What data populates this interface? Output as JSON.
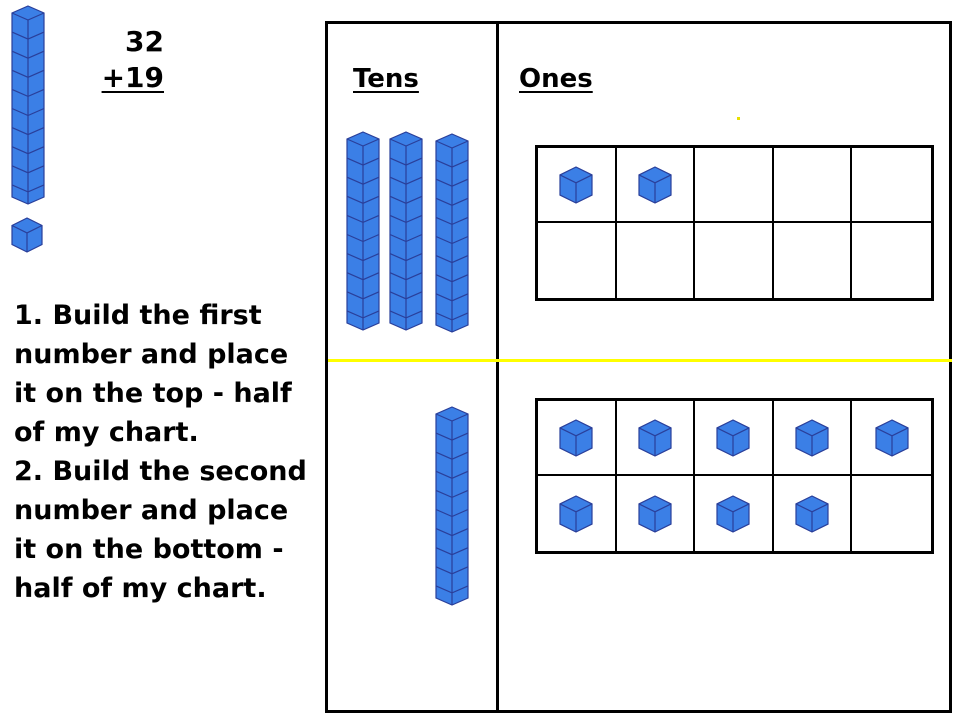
{
  "colors": {
    "block_fill": "#3b7fe6",
    "block_stroke": "#2a3f9a",
    "divider": "#ffff00"
  },
  "problem": {
    "top_number": "32",
    "bottom_number": "+19"
  },
  "instructions": {
    "step1": "1.  Build the first number and place it on the top - half of my chart.",
    "step2": "2.  Build the second number and place it on the bottom - half of my chart."
  },
  "chart": {
    "tens_heading": "Tens",
    "ones_heading": "Ones",
    "top_half": {
      "tens_rods": 3,
      "ones_cubes": 2
    },
    "bottom_half": {
      "tens_rods": 1,
      "ones_cubes": 9
    }
  },
  "model": {
    "tens_rods": 1,
    "ones_cubes": 1
  }
}
